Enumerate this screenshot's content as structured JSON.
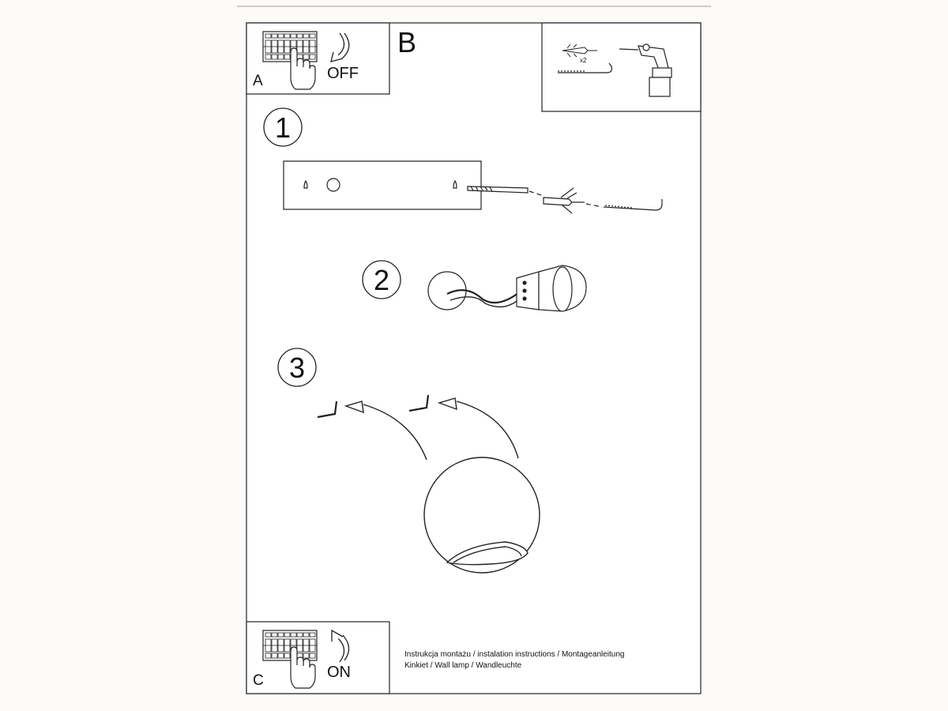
{
  "panel_a": {
    "letter": "A",
    "action": "OFF"
  },
  "panel_b": {
    "letter": "B",
    "quantity": "x2"
  },
  "panel_c": {
    "letter": "C",
    "action": "ON"
  },
  "steps": [
    "1",
    "2",
    "3"
  ],
  "caption": {
    "line1": "Instrukcja montażu / instalation instructions / Montageanleitung",
    "line2": "Kinkiet / Wall lamp / Wandleuchte"
  },
  "icons": [
    "breaker-panel-icon",
    "hand-icon",
    "arrow-down-icon",
    "arrow-up-icon",
    "wall-plug-icon",
    "screw-hook-icon",
    "drill-icon"
  ]
}
